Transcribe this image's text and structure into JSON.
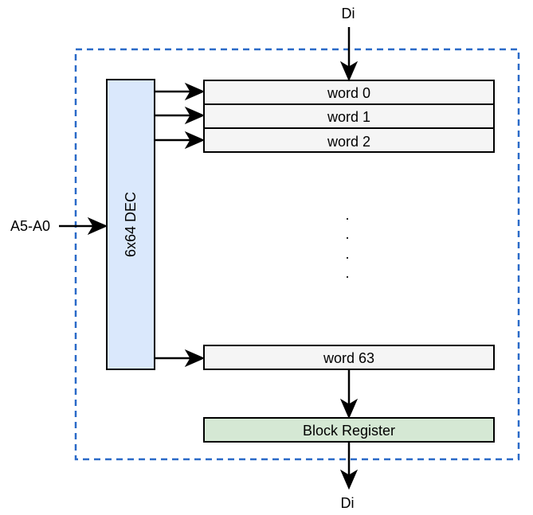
{
  "inputs": {
    "top_data": "Di",
    "address": "A5-A0",
    "bottom_data": "Di"
  },
  "decoder": {
    "label": "6x64 DEC"
  },
  "words": [
    {
      "label": "word 0"
    },
    {
      "label": "word 1"
    },
    {
      "label": "word 2"
    },
    {
      "label": "word 63"
    }
  ],
  "ellipsis": [
    ".",
    ".",
    ".",
    "."
  ],
  "register": {
    "label": "Block Register"
  },
  "colors": {
    "border_dashed": "#2a6ac8",
    "decoder_fill": "#dae8fc",
    "word_fill": "#f5f5f5",
    "register_fill": "#d5e8d4",
    "stroke": "#000000"
  }
}
